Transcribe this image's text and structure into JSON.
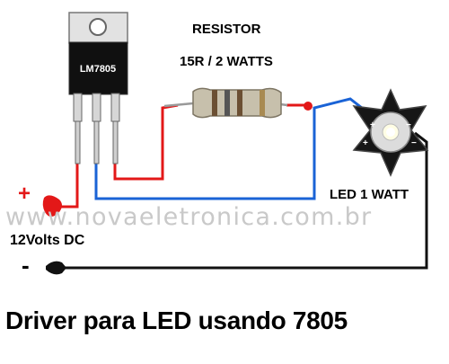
{
  "diagram": {
    "regulator_label": "LM7805",
    "resistor_title": "RESISTOR",
    "resistor_value": "15R / 2 WATTS",
    "led_label": "LED 1 WATT",
    "led_plus": "+",
    "led_minus": "−",
    "supply_label": "12Volts DC",
    "supply_plus": "+",
    "supply_minus": "-",
    "watermark": "www.novaeletronica.com.br",
    "title": "Driver para LED usando 7805"
  },
  "colors": {
    "positive_wire": "#e31818",
    "regulator_wire": "#1a63d6",
    "ground_wire": "#111111",
    "regulator_body": "#101010",
    "led_board": "#161616"
  }
}
